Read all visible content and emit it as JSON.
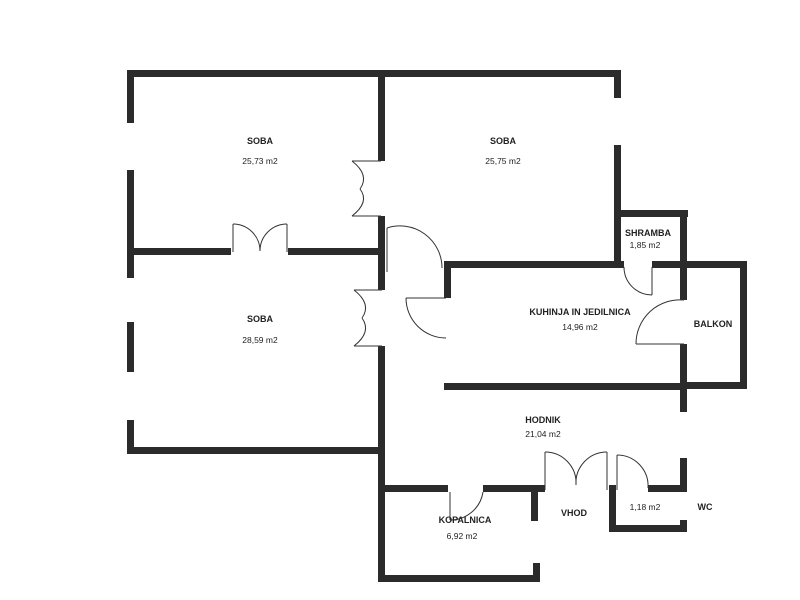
{
  "colors": {
    "wall": "#2b2b2b",
    "background": "#ffffff",
    "text": "#222222"
  },
  "rooms": {
    "soba_top_left": {
      "name": "SOBA",
      "area": "25,73 m2"
    },
    "soba_top_right": {
      "name": "SOBA",
      "area": "25,75 m2"
    },
    "soba_bottom": {
      "name": "SOBA",
      "area": "28,59 m2"
    },
    "shramba": {
      "name": "SHRAMBA",
      "area": "1,85 m2"
    },
    "kuhinja": {
      "name": "KUHINJA IN JEDILNICA",
      "area": "14,96 m2"
    },
    "balkon": {
      "name": "BALKON"
    },
    "hodnik": {
      "name": "HODNIK",
      "area": "21,04 m2"
    },
    "kopalnica": {
      "name": "KOPALNICA",
      "area": "6,92 m2"
    },
    "vhod": {
      "name": "VHOD"
    },
    "wc": {
      "name": "WC",
      "area": "1,18 m2"
    }
  }
}
